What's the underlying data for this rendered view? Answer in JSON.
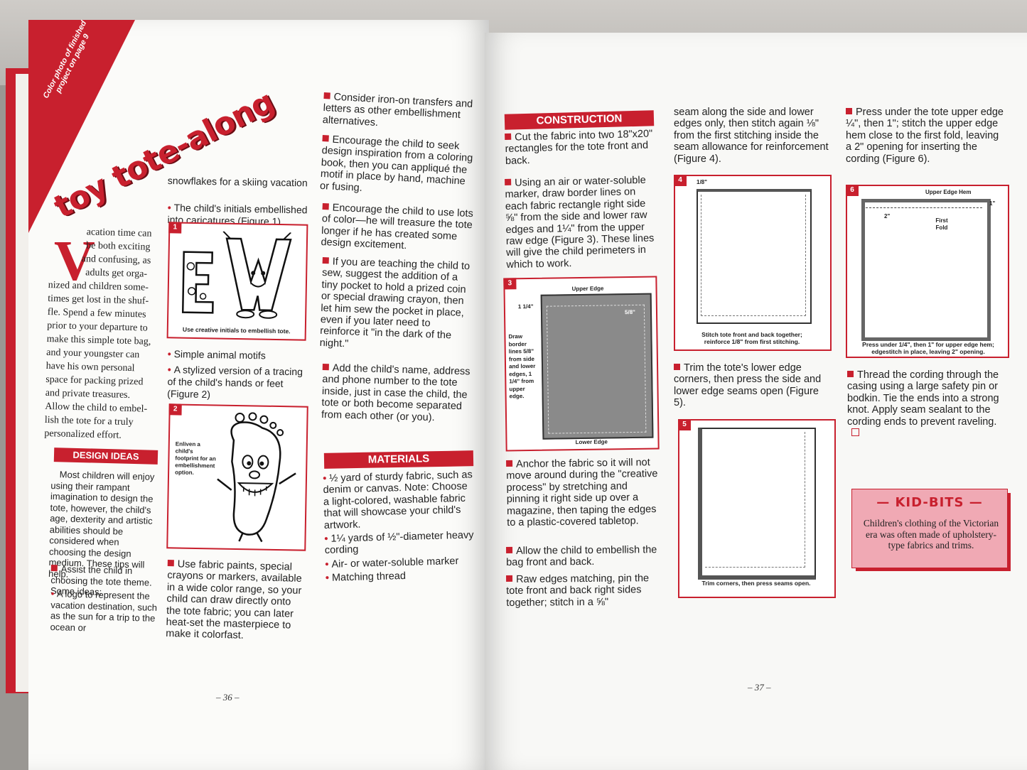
{
  "left_page": {
    "corner_note": "Color photo of finished project on page 9",
    "title": "toy tote-along",
    "intro_dropcap": "V",
    "intro_lines": [
      "acation time can",
      "be both exciting",
      "and confusing, as",
      "adults get orga-",
      "nized and children some-",
      "times get lost in the shuf-",
      "fle. Spend a few minutes",
      "prior to your departure to",
      "make this simple tote bag,",
      "and your youngster can",
      "have his own personal",
      "space for packing prized",
      "and private treasures.",
      "Allow the child to embel-",
      "lish the tote for a truly",
      "personalized effort."
    ],
    "design_ideas_heading": "DESIGN IDEAS",
    "design_ideas_text": "Most children will enjoy using their rampant imagination to design the tote, however, the child's age, dexterity and artistic abilities should be considered when choosing the design medium. These tips will help.",
    "assist_text": "Assist the child in choosing the tote theme. Some ideas:",
    "logo_text": "A logo to represent the vacation destination, such as the sun for a trip to the ocean or",
    "col2_snowflakes": "snowflakes for a skiing vacation",
    "col2_initials": "The child's initials embellished into caricatures (Figure 1)",
    "fig1_num": "1",
    "fig1_caption": "Use creative initials to embellish tote.",
    "col2_animal": "Simple animal motifs",
    "col2_tracing": "A stylized version of a tracing of the child's hands or feet (Figure 2)",
    "fig2_num": "2",
    "fig2_note": "Enliven a child's footprint for an embellishment option.",
    "col2_fabric_paints": "Use fabric paints, special crayons or markers, available in a wide color range, so your child can draw directly onto the tote fabric; you can later heat-set the masterpiece to make it colorfast.",
    "col3_ironon": "Consider iron-on transfers and letters as other embellishment alternatives.",
    "col3_coloring": "Encourage the child to seek design inspiration from a coloring book, then you can appliqué the motif in place by hand, machine or fusing.",
    "col3_color": "Encourage the child to use lots of color—he will treasure the tote longer if he has created some design excitement.",
    "col3_sew": "If you are teaching the child to sew, suggest the addition of a tiny pocket to hold a prized coin or special drawing crayon, then let him sew the pocket in place, even if you later need to reinforce it \"in the dark of the night.\"",
    "col3_name": "Add the child's name, address and phone number to the tote inside, just in case the child, the tote or both become separated from each other (or you).",
    "materials_heading": "MATERIALS",
    "materials": [
      "½ yard of sturdy fabric, such as denim or canvas. Note: Choose a light-colored, washable fabric that will showcase your child's artwork.",
      "1¼ yards of ½\"-diameter heavy cording",
      "Air- or water-soluble marker",
      "Matching thread"
    ],
    "page_number": "– 36 –"
  },
  "right_page": {
    "construction_heading": "CONSTRUCTION",
    "cut_text": "Cut the fabric into two 18\"x20\" rectangles for the tote front and back.",
    "marker_text": "Using an air or water-soluble marker, draw border lines on each fabric rectangle right side ⅝\" from the side and lower raw edges and 1¼\" from the upper raw edge (Figure 3). These lines will give the child perimeters in which to work.",
    "fig3": {
      "num": "3",
      "upper_edge": "Upper Edge",
      "lower_edge": "Lower Edge",
      "one_quarter": "1 1/4\"",
      "five_eighths": "5/8\"",
      "side_note": "Draw border lines 5/8\" from side and lower edges, 1 1/4\" from upper edge."
    },
    "anchor_text": "Anchor the fabric so it will not move around during the \"creative process\" by stretching and pinning it right side up over a magazine, then taping the edges to a plastic-covered tabletop.",
    "allow_text": "Allow the child to embellish the bag front and back.",
    "raw_edges_text": "Raw edges matching, pin the tote front and back right sides together; stitch in a ⅝\"",
    "col2_seam": "seam along the side and lower edges only, then stitch again ⅛\" from the first stitching inside the seam allowance for reinforcement (Figure 4).",
    "fig4": {
      "num": "4",
      "label": "1/8\"",
      "caption": "Stitch tote front and back together; reinforce 1/8\" from first stitching."
    },
    "trim_text": "Trim the tote's lower edge corners, then press the side and lower edge seams open (Figure 5).",
    "fig5": {
      "num": "5",
      "caption": "Trim corners, then press seams open."
    },
    "col3_press": "Press under the tote upper edge ¼\", then 1\"; stitch the upper edge hem close to the first fold, leaving a 2\" opening for inserting the cording (Figure 6).",
    "fig6": {
      "num": "6",
      "upper_hem": "Upper Edge Hem",
      "one_inch": "1\"",
      "two_inch": "2\"",
      "first_fold": "First Fold",
      "caption": "Press under 1/4\", then 1\" for upper edge hem; edgestitch in place, leaving 2\" opening."
    },
    "thread_text": "Thread the cording through the casing using a large safety pin or bodkin. Tie the ends into a strong knot. Apply seam sealant to the cording ends to prevent raveling.",
    "kidbits_title": "— KID-BITS —",
    "kidbits_text": "Children's clothing of the Victorian era was often made of upholstery-type fabrics and trims.",
    "page_number": "– 37 –"
  },
  "colors": {
    "accent_red": "#c8202e",
    "kidbits_pink": "#f0a9b4"
  }
}
